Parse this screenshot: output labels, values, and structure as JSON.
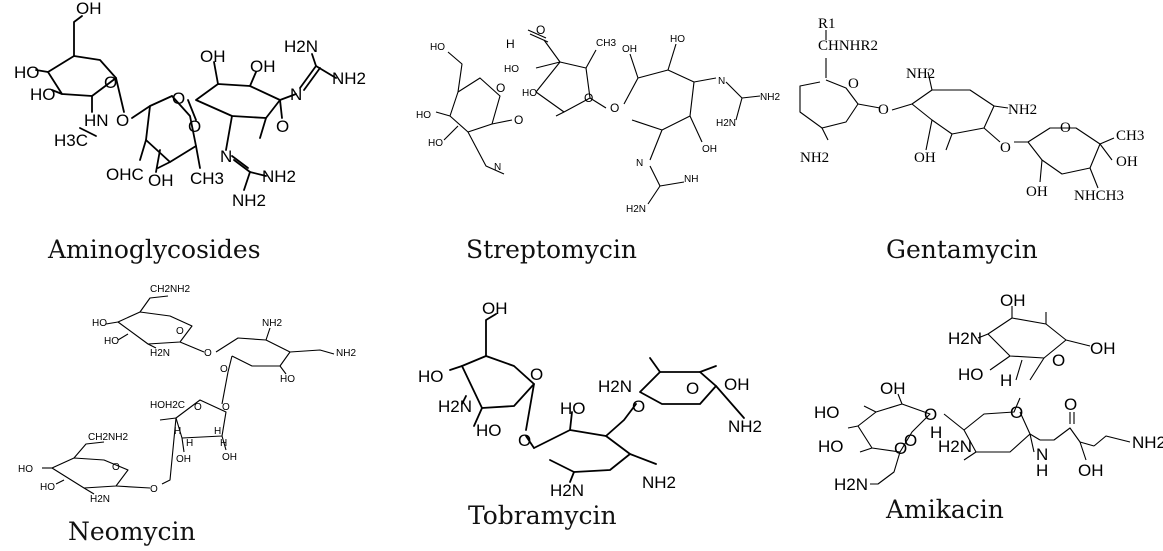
{
  "molecules": [
    {
      "label": "Aminoglycosides",
      "atoms": [
        "OH",
        "HO",
        "HO",
        "HN",
        "H3C",
        "O",
        "O",
        "OHC",
        "OH",
        "CH3",
        "O",
        "OH",
        "OH",
        "N",
        "NH2",
        "H2N",
        "N",
        "NH2",
        "NH2",
        "O",
        "O"
      ]
    },
    {
      "label": "Streptomycin",
      "atoms": [
        "H",
        "O",
        "CH3",
        "HO",
        "HO",
        "OH",
        "O",
        "HO",
        "O",
        "O",
        "N",
        "NH2",
        "H2N",
        "OH",
        "N",
        "NH",
        "H2N",
        "HO",
        "HO",
        "HO",
        "N",
        "O"
      ]
    },
    {
      "label": "Gentamycin",
      "atoms": [
        "R1",
        "CHNHR2",
        "O",
        "NH2",
        "NH2",
        "O",
        "NH2",
        "OH",
        "O",
        "O",
        "CH3",
        "OH",
        "OH",
        "NHCH3"
      ]
    },
    {
      "label": "Neomycin",
      "atoms": [
        "CH2NH2",
        "HO",
        "HO",
        "H2N",
        "O",
        "O",
        "NH2",
        "NH2",
        "HO",
        "O",
        "HOH2C",
        "O",
        "H",
        "H",
        "H",
        "H",
        "OH",
        "OH",
        "CH2NH2",
        "HO",
        "HO",
        "H2N",
        "O",
        "O",
        "O"
      ]
    },
    {
      "label": "Tobramycin",
      "atoms": [
        "OH",
        "O",
        "HO",
        "H2N",
        "HO",
        "O",
        "HO",
        "H2N",
        "H2N",
        "OH",
        "O",
        "NH2",
        "NH2",
        "O"
      ]
    },
    {
      "label": "Amikacin",
      "atoms": [
        "H2N",
        "OH",
        "OH",
        "HO",
        "O",
        "H",
        "O",
        "OH",
        "HO",
        "O",
        "H",
        "O",
        "H2N",
        "HO",
        "O",
        "H2N",
        "N",
        "H",
        "O",
        "OH",
        "NH2"
      ]
    }
  ]
}
